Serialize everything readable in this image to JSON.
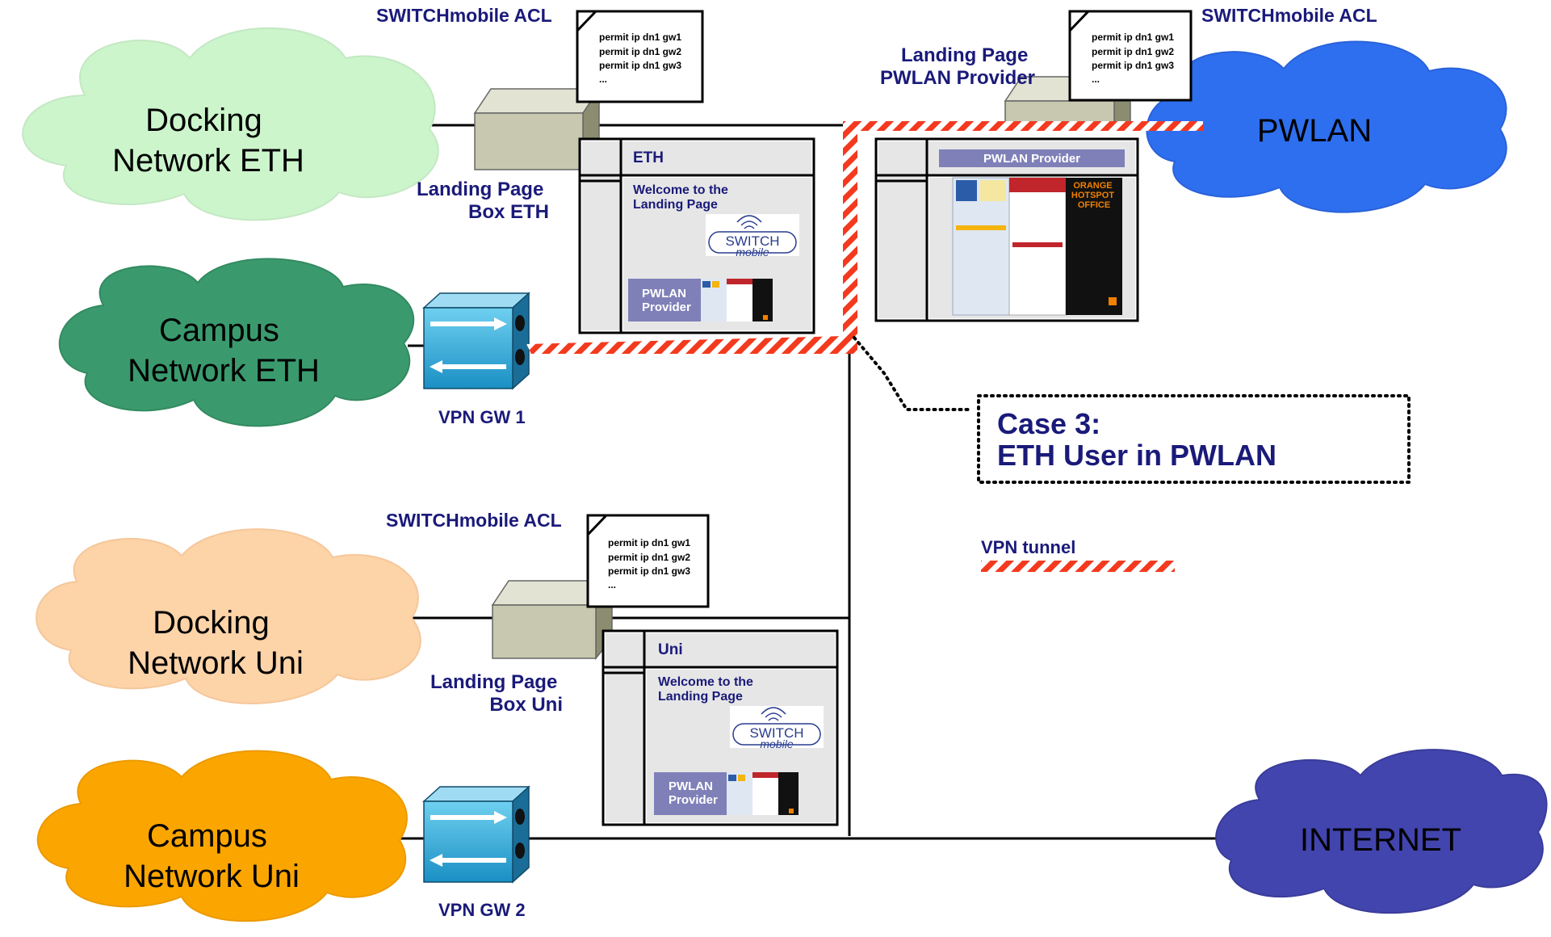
{
  "clouds": {
    "docking_eth": [
      "Docking",
      "Network ETH"
    ],
    "campus_eth": [
      "Campus",
      "Network ETH"
    ],
    "docking_uni": [
      "Docking",
      "Network Uni"
    ],
    "campus_uni": [
      "Campus",
      "Network Uni"
    ],
    "pwlan": "PWLAN",
    "internet": "INTERNET"
  },
  "acl": {
    "title": "SWITCHmobile ACL",
    "lines": [
      "permit ip dn1 gw1",
      "permit ip dn1 gw2",
      "permit ip dn1 gw3",
      "..."
    ]
  },
  "labels": {
    "landing_box_eth": [
      "Landing Page",
      "Box ETH"
    ],
    "landing_box_uni": [
      "Landing Page",
      "Box Uni"
    ],
    "landing_pwlan": [
      "Landing Page",
      "PWLAN Provider"
    ],
    "vpn_gw1": "VPN GW 1",
    "vpn_gw2": "VPN GW 2"
  },
  "pages": {
    "eth": {
      "title": "ETH",
      "welcome": [
        "Welcome to the",
        "Landing Page"
      ],
      "provider": [
        "PWLAN",
        "Provider"
      ]
    },
    "uni": {
      "title": "Uni",
      "welcome": [
        "Welcome to the",
        "Landing Page"
      ],
      "provider": [
        "PWLAN",
        "Provider"
      ]
    },
    "pwlan": {
      "title": "PWLAN Provider"
    }
  },
  "switch_logo": {
    "top": "SWITCH",
    "bottom": "mobile"
  },
  "thumbnail_text": [
    "ORANGE",
    "HOTSPOT",
    "OFFICE"
  ],
  "case": [
    "Case 3:",
    "ETH User in PWLAN"
  ],
  "legend": {
    "vpn_tunnel": "VPN tunnel"
  },
  "colors": {
    "docking_eth": "#ccf5cc",
    "campus_eth": "#3a9a6e",
    "docking_uni": "#fdd3a8",
    "campus_uni": "#fba600",
    "pwlan": "#2e6ff0",
    "internet": "#4245ad",
    "navy": "#1a1a7a",
    "tunnel_red": "#f33a1e"
  }
}
